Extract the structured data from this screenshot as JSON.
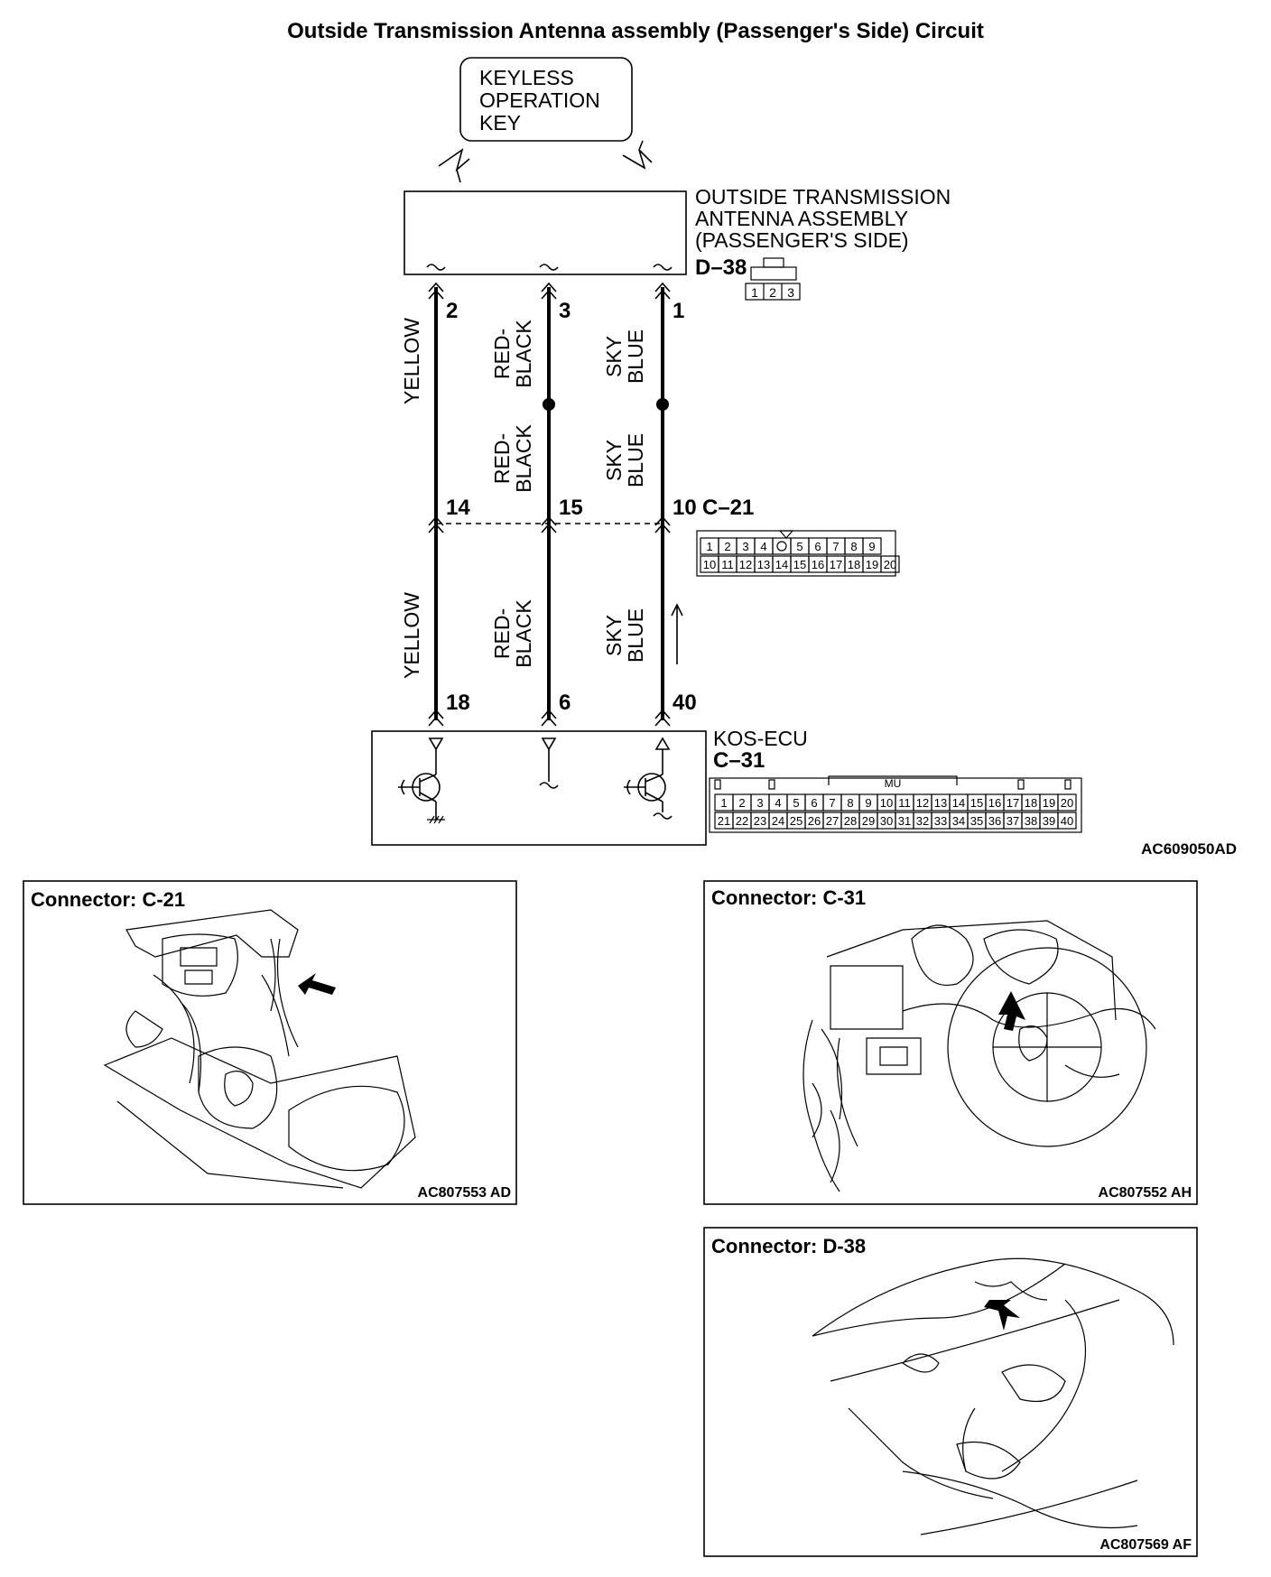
{
  "title": "Outside Transmission Antenna assembly (Passenger's Side) Circuit",
  "key_box": [
    "KEYLESS",
    "OPERATION",
    "KEY"
  ],
  "antenna": {
    "lines": [
      "OUTSIDE TRANSMISSION",
      "ANTENNA ASSEMBLY",
      "(PASSENGER'S SIDE)"
    ],
    "connector": "D–38",
    "pins": [
      "1",
      "2",
      "3"
    ]
  },
  "wires": [
    {
      "top_pin": "2",
      "mid_pin": "14",
      "bot_pin": "18",
      "upper_color": [
        "YELLOW"
      ],
      "mid_color": [],
      "lower_color": [
        "YELLOW"
      ]
    },
    {
      "top_pin": "3",
      "mid_pin": "15",
      "bot_pin": "6",
      "upper_color": [
        "RED-",
        "BLACK"
      ],
      "mid_color": [
        "RED-",
        "BLACK"
      ],
      "lower_color": [
        "RED-",
        "BLACK"
      ]
    },
    {
      "top_pin": "1",
      "mid_pin": "10",
      "bot_pin": "40",
      "upper_color": [
        "SKY",
        "BLUE"
      ],
      "mid_color": [
        "SKY",
        "BLUE"
      ],
      "lower_color": [
        "SKY",
        "BLUE"
      ]
    }
  ],
  "c21": {
    "label": "C–21",
    "row1": [
      "1",
      "2",
      "3",
      "4",
      "",
      "5",
      "6",
      "7",
      "8",
      "9"
    ],
    "row2": [
      "10",
      "11",
      "12",
      "13",
      "14",
      "15",
      "16",
      "17",
      "18",
      "19",
      "20"
    ]
  },
  "ecu": {
    "name": "KOS-ECU",
    "connector": "C–31",
    "key_marker": "MU",
    "row1": [
      "1",
      "2",
      "3",
      "4",
      "5",
      "6",
      "7",
      "8",
      "9",
      "10",
      "11",
      "12",
      "13",
      "14",
      "15",
      "16",
      "17",
      "18",
      "19",
      "20"
    ],
    "row2": [
      "21",
      "22",
      "23",
      "24",
      "25",
      "26",
      "27",
      "28",
      "29",
      "30",
      "31",
      "32",
      "33",
      "34",
      "35",
      "36",
      "37",
      "38",
      "39",
      "40"
    ]
  },
  "figure_code": "AC609050AD",
  "panels": [
    {
      "title": "Connector: C-21",
      "code": "AC807553 AD"
    },
    {
      "title": "Connector: C-31",
      "code": "AC807552 AH"
    },
    {
      "title": "Connector: D-38",
      "code": "AC807569 AF"
    }
  ]
}
